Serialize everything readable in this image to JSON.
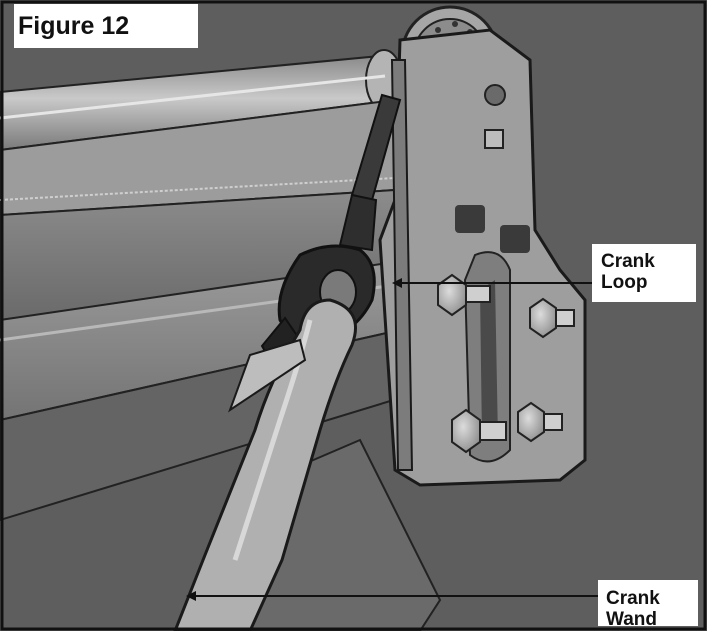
{
  "figure": {
    "title": "Figure 12",
    "callouts": {
      "crank_loop": {
        "line1": "Crank",
        "line2": "Loop"
      },
      "crank_wand": {
        "line1": "Crank",
        "line2": "Wand"
      }
    }
  },
  "colors": {
    "frame_border": "#111111",
    "background_gray": "#6e6e6e",
    "bracket_gray": "#9a9a9a",
    "wand_gray": "#a8a8a8",
    "loop_black": "#2a2a2a"
  }
}
